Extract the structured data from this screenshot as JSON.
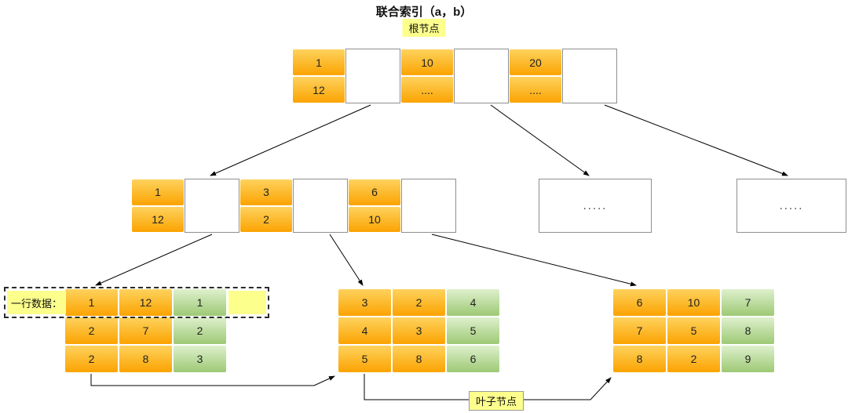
{
  "title": "联合索引（a，b）",
  "labels": {
    "root_node": "根节点",
    "leaf_node": "叶子节点",
    "row_data": "一行数据："
  },
  "colors": {
    "orange_top": "#fed25d",
    "orange_bottom": "#fba301",
    "green_top": "#def0cd",
    "green_bottom": "#9dc974",
    "highlight": "#fdff8d",
    "arrow": "#000000"
  },
  "root_node": {
    "keys": [
      {
        "a": "1",
        "b": "12"
      },
      {
        "a": "10",
        "b": "...."
      },
      {
        "a": "20",
        "b": "...."
      }
    ]
  },
  "internal_node": {
    "keys": [
      {
        "a": "1",
        "b": "12"
      },
      {
        "a": "3",
        "b": "2"
      },
      {
        "a": "6",
        "b": "10"
      }
    ]
  },
  "placeholder_nodes": [
    ".....",
    "....."
  ],
  "leaf_nodes": [
    {
      "rows": [
        [
          "1",
          "12",
          "1"
        ],
        [
          "2",
          "7",
          "2"
        ],
        [
          "2",
          "8",
          "3"
        ]
      ]
    },
    {
      "rows": [
        [
          "3",
          "2",
          "4"
        ],
        [
          "4",
          "3",
          "5"
        ],
        [
          "5",
          "8",
          "6"
        ]
      ]
    },
    {
      "rows": [
        [
          "6",
          "10",
          "7"
        ],
        [
          "7",
          "5",
          "8"
        ],
        [
          "8",
          "2",
          "9"
        ]
      ]
    }
  ]
}
